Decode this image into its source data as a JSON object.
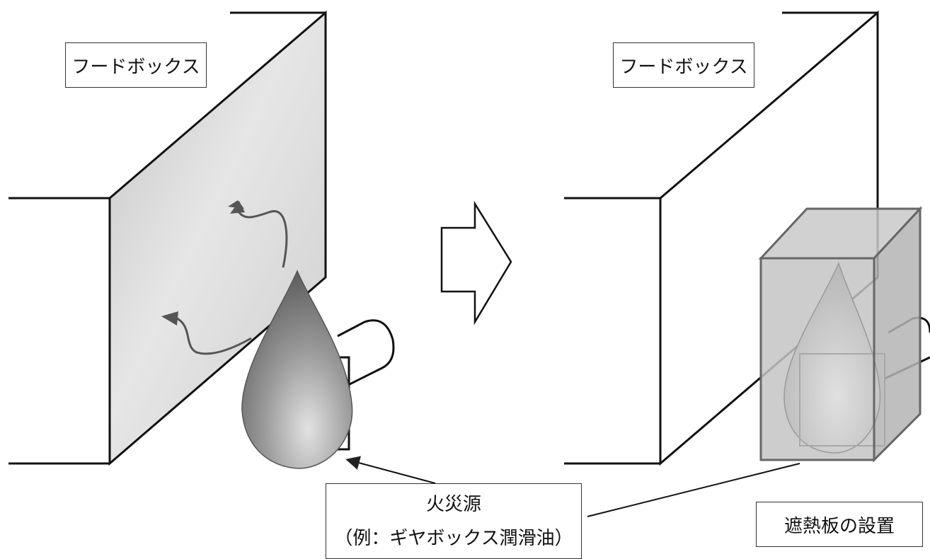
{
  "labels": {
    "hood_box_left": "フードボックス",
    "hood_box_right": "フードボックス",
    "fire_source_line1": "火災源",
    "fire_source_line2": "（例：ギヤボックス潤滑油）",
    "heat_shield": "遮熱板の設置"
  },
  "icons": {
    "transition_arrow": "hollow-right-arrow",
    "fire_source": "flame-droplet",
    "heat_flow": "curved-arrow"
  },
  "colors": {
    "stroke": "#111111",
    "panel_gray": "#cfcfcf",
    "flame_dark": "#6a6a6a",
    "flame_light": "#d8d8d8",
    "shield_fill": "#bdbdbd"
  }
}
